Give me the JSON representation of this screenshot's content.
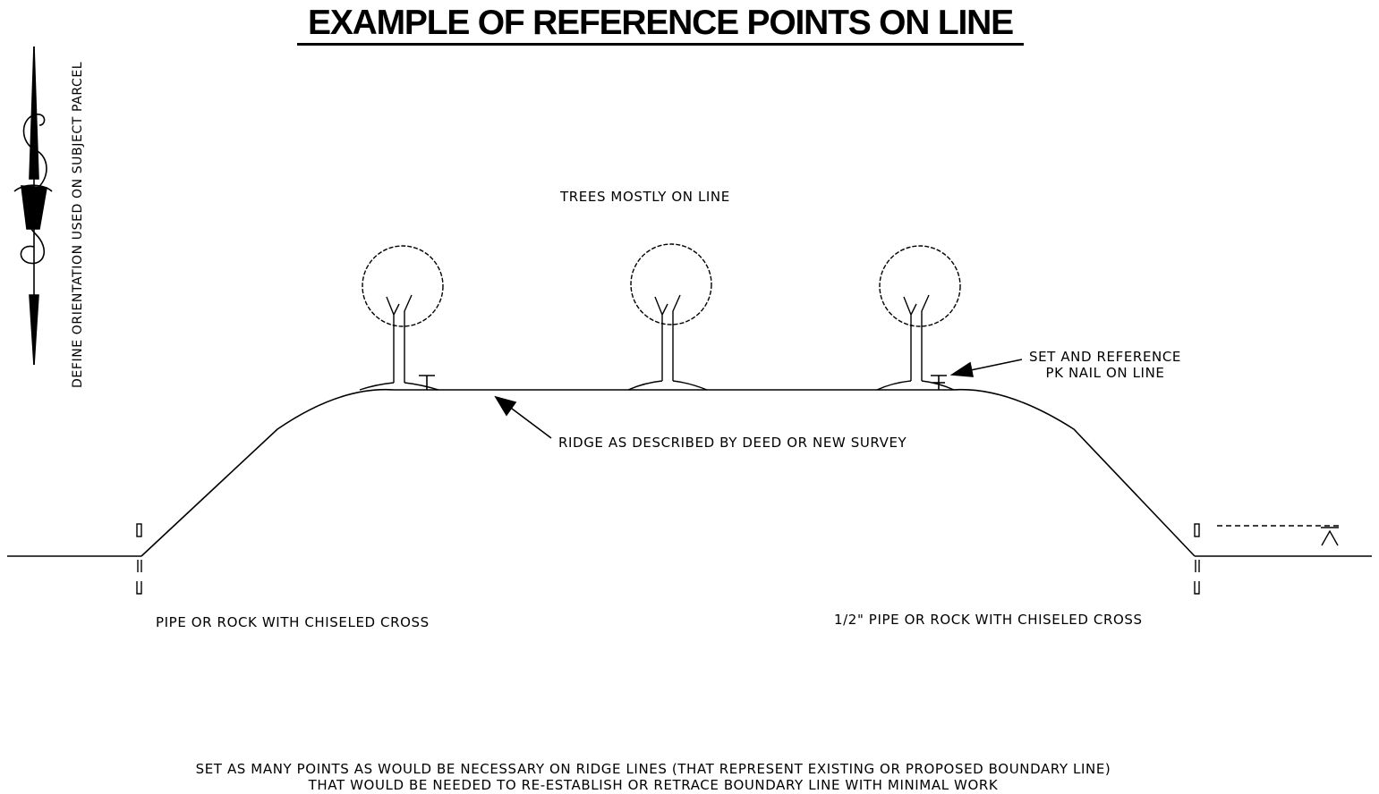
{
  "title": "EXAMPLE OF REFERENCE POINTS ON LINE",
  "orientation_note": "DEFINE ORIENTATION USED ON SUBJECT PARCEL",
  "labels": {
    "trees": "TREES MOSTLY ON LINE",
    "pk_nail_line1": "SET AND REFERENCE",
    "pk_nail_line2": "PK NAIL ON LINE",
    "ridge": "RIDGE AS DESCRIBED BY DEED OR NEW SURVEY",
    "left_monument": "PIPE OR ROCK WITH CHISELED CROSS",
    "right_monument": "1/2\" PIPE OR ROCK WITH CHISELED CROSS"
  },
  "footer": {
    "line1": "SET AS MANY POINTS AS WOULD BE NECESSARY ON RIDGE LINES (THAT REPRESENT EXISTING OR PROPOSED BOUNDARY LINE)",
    "line2": "THAT WOULD BE NEEDED TO RE-ESTABLISH OR RETRACE BOUNDARY LINE WITH MINIMAL WORK"
  },
  "icons": {
    "north_arrow": "north-arrow-icon",
    "tree": "tree-icon",
    "pipe": "pipe-monument-icon",
    "pk_nail": "pk-nail-icon",
    "elevation_marker": "elevation-marker-icon"
  },
  "colors": {
    "ink": "#000000",
    "background": "#ffffff"
  }
}
